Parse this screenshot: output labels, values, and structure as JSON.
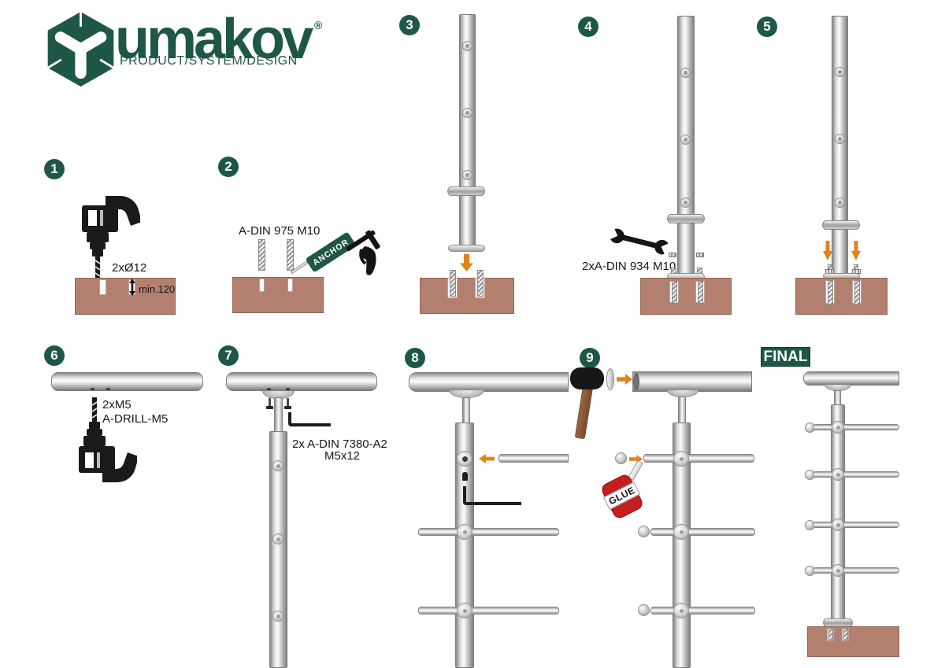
{
  "logo": {
    "brand": "umakov",
    "registered": "®",
    "tagline": "PRODUCT/SYSTEM/DESIGN"
  },
  "final_label": "FINAL",
  "steps": [
    {
      "number": "1",
      "hole_label": "2xØ12",
      "depth_label": "min.120"
    },
    {
      "number": "2",
      "rod_label": "A-DIN 975 M10",
      "cartridge_label": "ANCHOR"
    },
    {
      "number": "3"
    },
    {
      "number": "4",
      "nut_label": "2xA-DIN 934 M10"
    },
    {
      "number": "5"
    },
    {
      "number": "6",
      "screw_label": "2xM5",
      "drill_label": "A-DRILL-M5"
    },
    {
      "number": "7",
      "bolt_label_line1": "2x A-DIN 7380-A2",
      "bolt_label_line2": "M5x12"
    },
    {
      "number": "8"
    },
    {
      "number": "9",
      "glue_label": "GLUE"
    }
  ],
  "colors": {
    "brand_green": "#1e5747",
    "base_brown": "#b3806f",
    "arrow_orange": "#e2821a",
    "glue_red": "#c41e1e"
  }
}
